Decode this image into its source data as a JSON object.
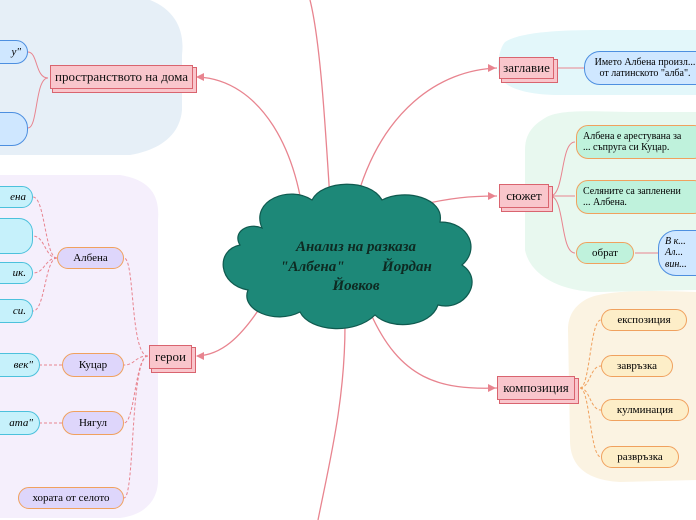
{
  "center": {
    "line1": "Анализ на разказа",
    "line2": "\"Албена\"",
    "line3": "Йордан",
    "line4": "Йовков"
  },
  "branches": {
    "home": "пространството на дома",
    "title": "заглавие",
    "plot": "сюжет",
    "heroes": "герои",
    "composition": "композиция"
  },
  "home_children": {
    "top": "у\""
  },
  "title_child": "Името Албена произл... от латинското \"алба\".",
  "plot_children": {
    "arrest": "Албена е арестувана за ... съпруга си Куцар.",
    "villagers": "Селяните са запленени ... Албена.",
    "twist": "обрат",
    "twist_note": "В к... Ал... вин..."
  },
  "composition_children": [
    "експозиция",
    "завръзка",
    "кулминация",
    "развръзка"
  ],
  "heroes_children": {
    "albena": "Албена",
    "kutsar": "Куцар",
    "nyagul": "Нягул",
    "villagers": "хората от селото"
  },
  "albena_details": [
    "ена",
    "ик.",
    "си."
  ],
  "kutsar_detail": "век\"",
  "nyagul_detail": "ата\"",
  "colors": {
    "center": "#1d8878",
    "main_fill": "#f9c6cc",
    "link": "#e8848f",
    "panel_blue": "#e6eff7",
    "panel_cyan": "#e3f7fa",
    "panel_green": "#e8f8ef",
    "panel_cream": "#fbf3e2",
    "panel_lilac": "#f5effc"
  }
}
